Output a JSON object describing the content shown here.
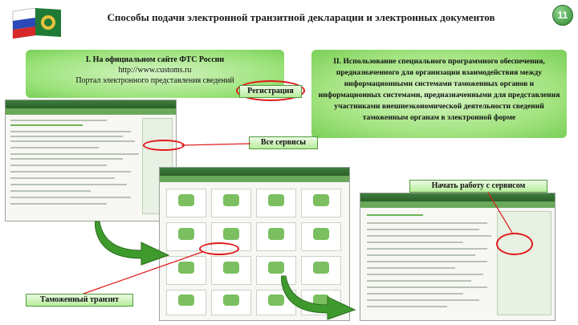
{
  "header": {
    "title": "Способы подачи электронной транзитной декларации и электронных документов",
    "page_number": "11"
  },
  "box_one": {
    "line1": "I. На официальном сайте ФТС России",
    "line2": "http://www.customs.ru",
    "line3": "Портал электронного представления сведений"
  },
  "box_two": {
    "text": "II. Использование специального программного обеспечения, предназначенного для организации взаимодействия между информационными системами таможенных органов и информационных системами, предназначенными для представления участниками внешнеэкономической деятельности сведений таможенным органам в электронной форме"
  },
  "labels": {
    "registration": "Регистрация",
    "all_services": "Все сервисы",
    "start_work": "Начать работу с сервисом",
    "customs_transit": "Таможенный транзит"
  },
  "colors": {
    "accent_green": "#79cf58",
    "highlight_red": "#e01a1a",
    "arrow_green": "#3f9a2d"
  }
}
